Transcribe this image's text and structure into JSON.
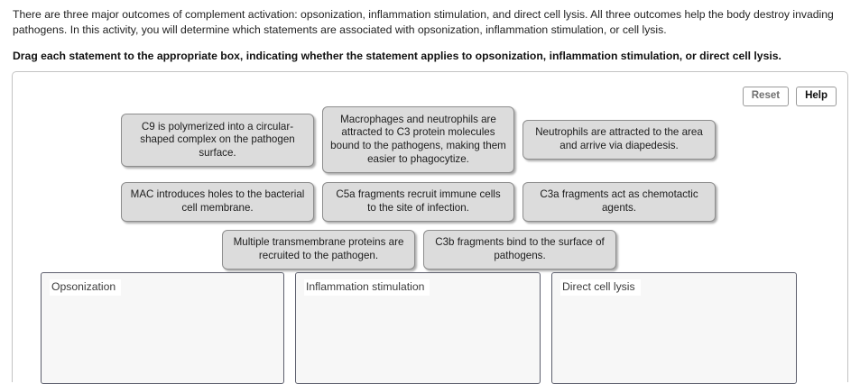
{
  "intro": {
    "paragraph": "There are three major outcomes of complement activation: opsonization, inflammation stimulation, and direct cell lysis. All three outcomes help the body destroy invading pathogens. In this activity, you will determine which statements are associated with opsonization, inflammation stimulation, or cell lysis.",
    "instruction": "Drag each statement to the appropriate box, indicating whether the statement applies to opsonization, inflammation stimulation, or direct cell lysis."
  },
  "toolbar": {
    "reset_label": "Reset",
    "help_label": "Help"
  },
  "tiles": [
    {
      "text": "C9 is polymerized into a circular-shaped complex on the pathogen surface."
    },
    {
      "text": "Macrophages and neutrophils are attracted to C3 protein molecules bound to the pathogens, making them easier to phagocytize."
    },
    {
      "text": "Neutrophils are attracted to the area and arrive via diapedesis."
    },
    {
      "text": "MAC introduces holes to the bacterial cell membrane."
    },
    {
      "text": "C5a fragments recruit immune cells to the site of infection."
    },
    {
      "text": "C3a fragments act as chemotactic agents."
    },
    {
      "text": "Multiple transmembrane proteins are recruited to the pathogen."
    },
    {
      "text": "C3b fragments bind to the surface of pathogens."
    }
  ],
  "dropzones": [
    {
      "label": "Opsonization"
    },
    {
      "label": "Inflammation stimulation"
    },
    {
      "label": "Direct cell lysis"
    }
  ],
  "colors": {
    "tile_fill": "#dcdcdc",
    "tile_border": "#8d8d8d",
    "dropzone_fill": "#f7f7f7",
    "dropzone_border": "#5d5f6d",
    "panel_border": "#c3c3c3"
  }
}
